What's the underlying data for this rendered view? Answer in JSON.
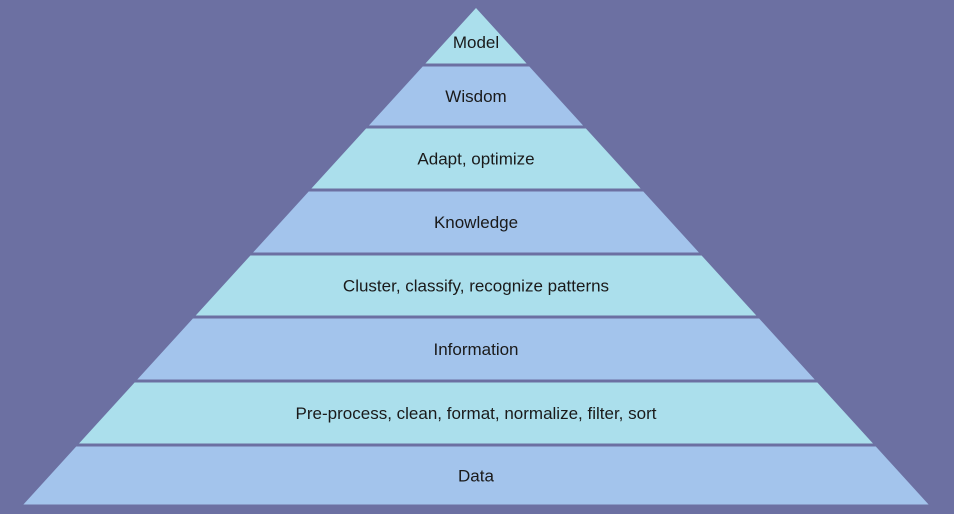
{
  "colors": {
    "background": "#6c70a2",
    "tier_blue": "#a3c4ec",
    "tier_cyan": "#abdfec",
    "separator": "#5d6196"
  },
  "pyramid": {
    "tiers": [
      {
        "label": "Model",
        "fill": "tier_cyan"
      },
      {
        "label": "Wisdom",
        "fill": "tier_blue"
      },
      {
        "label": "Adapt, optimize",
        "fill": "tier_cyan"
      },
      {
        "label": "Knowledge",
        "fill": "tier_blue"
      },
      {
        "label": "Cluster, classify, recognize patterns",
        "fill": "tier_cyan"
      },
      {
        "label": "Information",
        "fill": "tier_blue"
      },
      {
        "label": "Pre-process, clean, format, normalize, filter, sort",
        "fill": "tier_cyan"
      },
      {
        "label": "Data",
        "fill": "tier_blue"
      }
    ]
  }
}
